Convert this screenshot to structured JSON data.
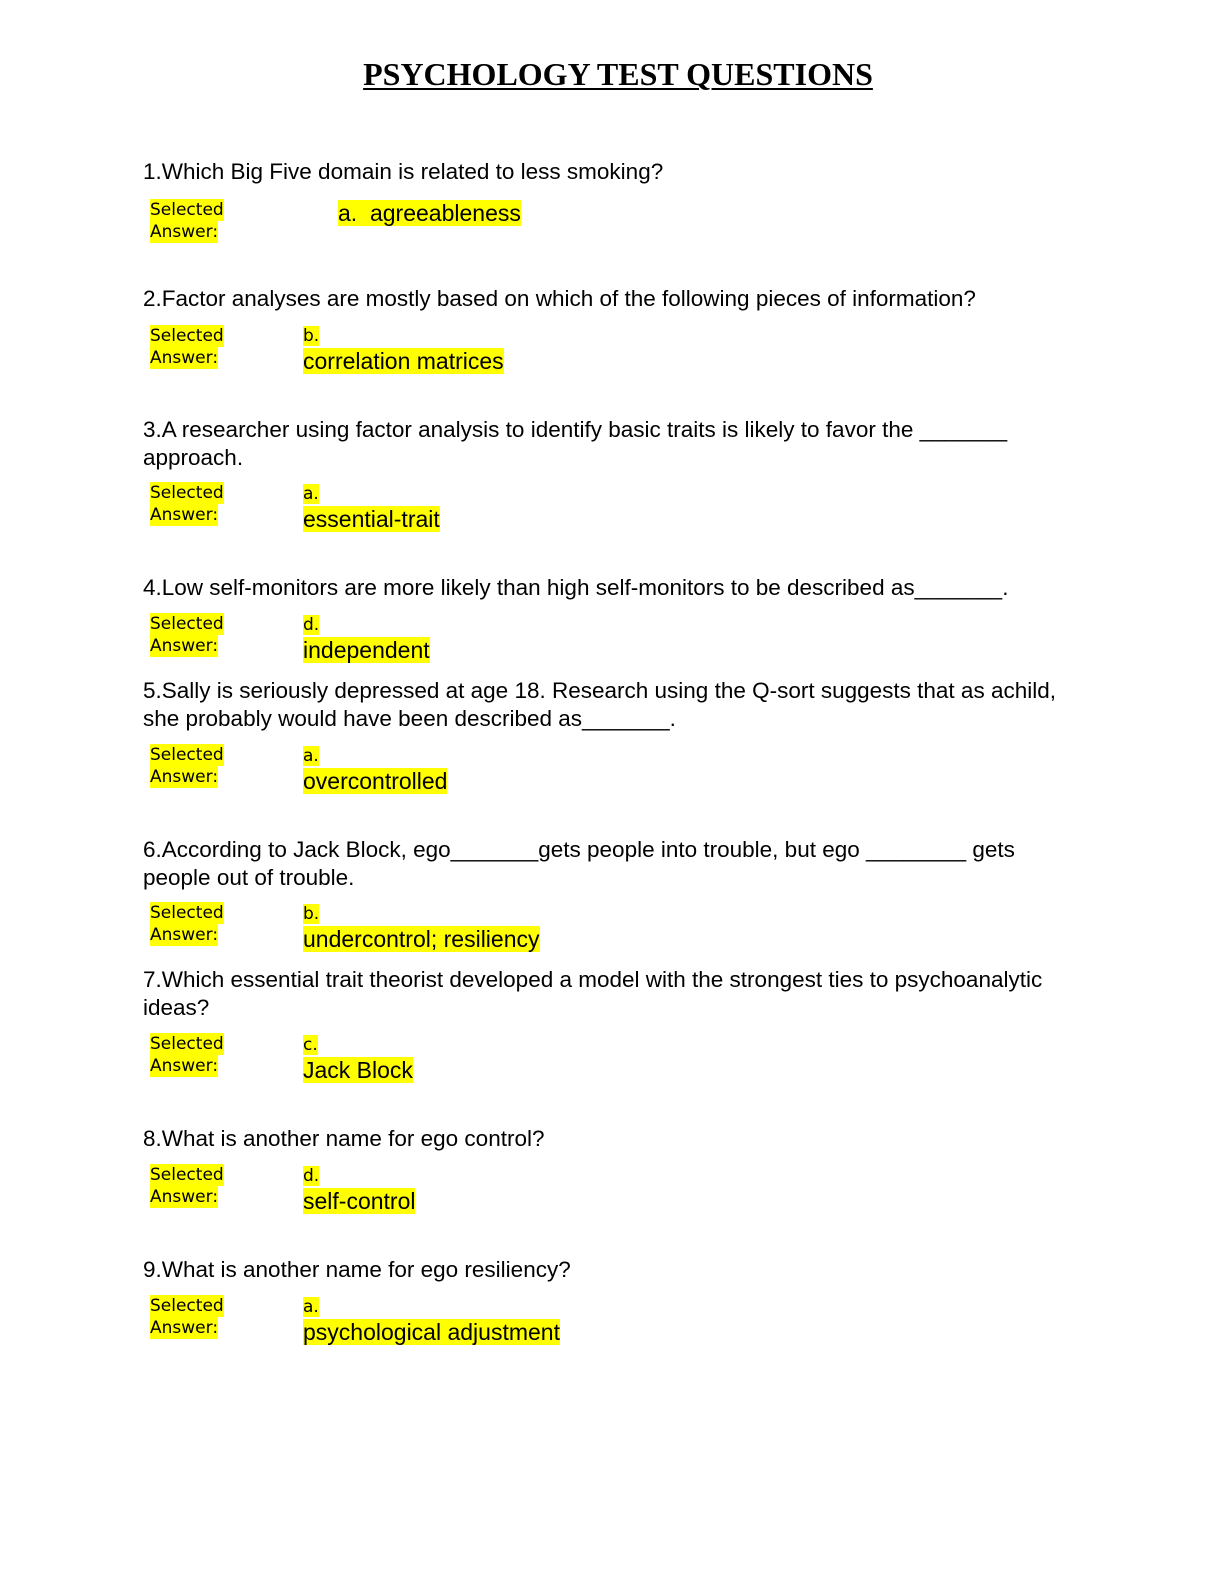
{
  "title": "PSYCHOLOGY TEST QUESTIONS",
  "selected_label_line1": "Selected",
  "selected_label_line2": "Answer:",
  "questions": [
    {
      "text": "1.Which Big Five domain is related to less smoking?",
      "answer_letter": "a.",
      "answer_text": "agreeableness"
    },
    {
      "text": "2.Factor analyses are mostly based on which of the following pieces of information?",
      "answer_letter": "b.",
      "answer_text": "correlation matrices"
    },
    {
      "text": "3.A researcher using factor analysis to identify basic traits is likely to favor the _______ approach.",
      "answer_letter": "a.",
      "answer_text": "essential-trait"
    },
    {
      "text": "4.Low self-monitors are more likely than high self-monitors to be described as_______.",
      "answer_letter": "d.",
      "answer_text": "independent"
    },
    {
      "text": "5.Sally is seriously depressed at age 18. Research using the Q-sort suggests that as achild, she probably would have been described as_______.",
      "answer_letter": "a.",
      "answer_text": "overcontrolled"
    },
    {
      "text": "6.According to Jack Block, ego_______gets people into trouble, but ego ________ gets people out of trouble.",
      "answer_letter": "b.",
      "answer_text": "undercontrol; resiliency"
    },
    {
      "text": "7.Which essential trait theorist developed a model with the strongest ties to psychoanalytic ideas?",
      "answer_letter": "c.",
      "answer_text": "Jack Block"
    },
    {
      "text": "8.What is another name for ego control?",
      "answer_letter": "d.",
      "answer_text": "self-control"
    },
    {
      "text": "9.What is another name for ego resiliency?",
      "answer_letter": "a.",
      "answer_text": "psychological adjustment"
    }
  ]
}
